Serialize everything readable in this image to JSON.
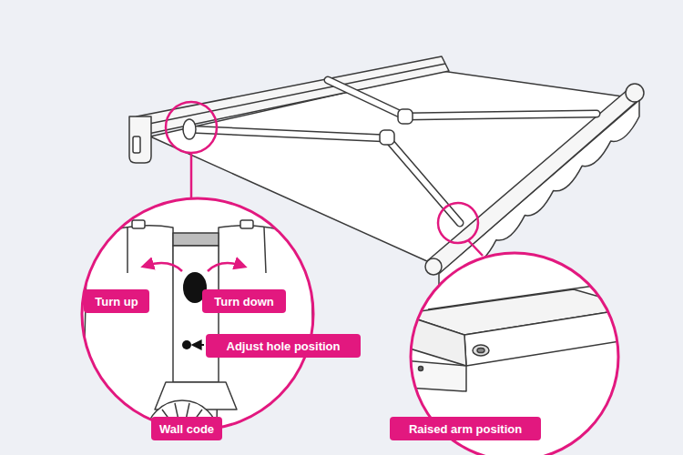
{
  "diagram": {
    "nodes": [
      {
        "text": [
          "Turn up"
        ]
      },
      {
        "text": [
          "Turn down"
        ]
      },
      {
        "text": [
          "Adjust hole position"
        ]
      },
      {
        "text": [
          "Wall code"
        ]
      },
      {
        "text": [
          "Raised arm position"
        ]
      }
    ]
  }
}
